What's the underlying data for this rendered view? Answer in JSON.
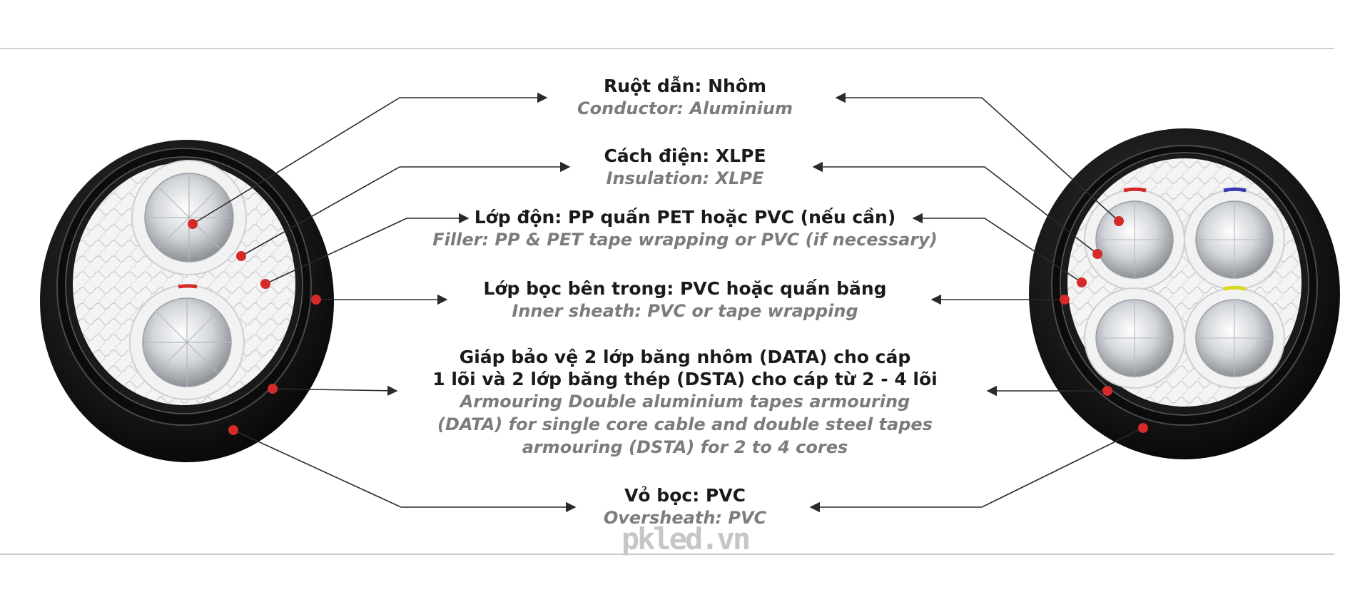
{
  "labels": {
    "conductor": {
      "vn": "Ruột dẫn: Nhôm",
      "en": "Conductor: Aluminium"
    },
    "insulation": {
      "vn": "Cách điện: XLPE",
      "en": "Insulation: XLPE"
    },
    "filler": {
      "vn": "Lớp độn: PP quấn PET hoặc PVC (nếu cần)",
      "en": "Filler: PP & PET tape wrapping or PVC (if necessary)"
    },
    "inner_sheath": {
      "vn": "Lớp bọc bên trong: PVC hoặc quấn băng",
      "en": "Inner sheath: PVC or tape wrapping"
    },
    "armour": {
      "vn_line1": "Giáp bảo vệ 2 lớp băng nhôm (DATA) cho cáp",
      "vn_line2": "1 lõi và 2 lớp băng thép (DSTA) cho cáp từ 2 - 4 lõi",
      "en_line1": "Armouring Double aluminium tapes armouring",
      "en_line2": "(DATA) for single core cable and double steel tapes",
      "en_line3": "armouring (DSTA) for 2 to 4 cores"
    },
    "oversheath": {
      "vn": "Vỏ bọc: PVC",
      "en": "Oversheath: PVC"
    }
  },
  "watermark": "pkled.vn",
  "colors": {
    "marker_dot": "#d42a2a",
    "leader_line": "#2a2a2a",
    "sheath": "#151515",
    "separator": "#bdbdbd",
    "core_phase_1": "#d42a2a",
    "core_phase_2": "#3a3ab0",
    "core_phase_3": "#d8d820"
  }
}
